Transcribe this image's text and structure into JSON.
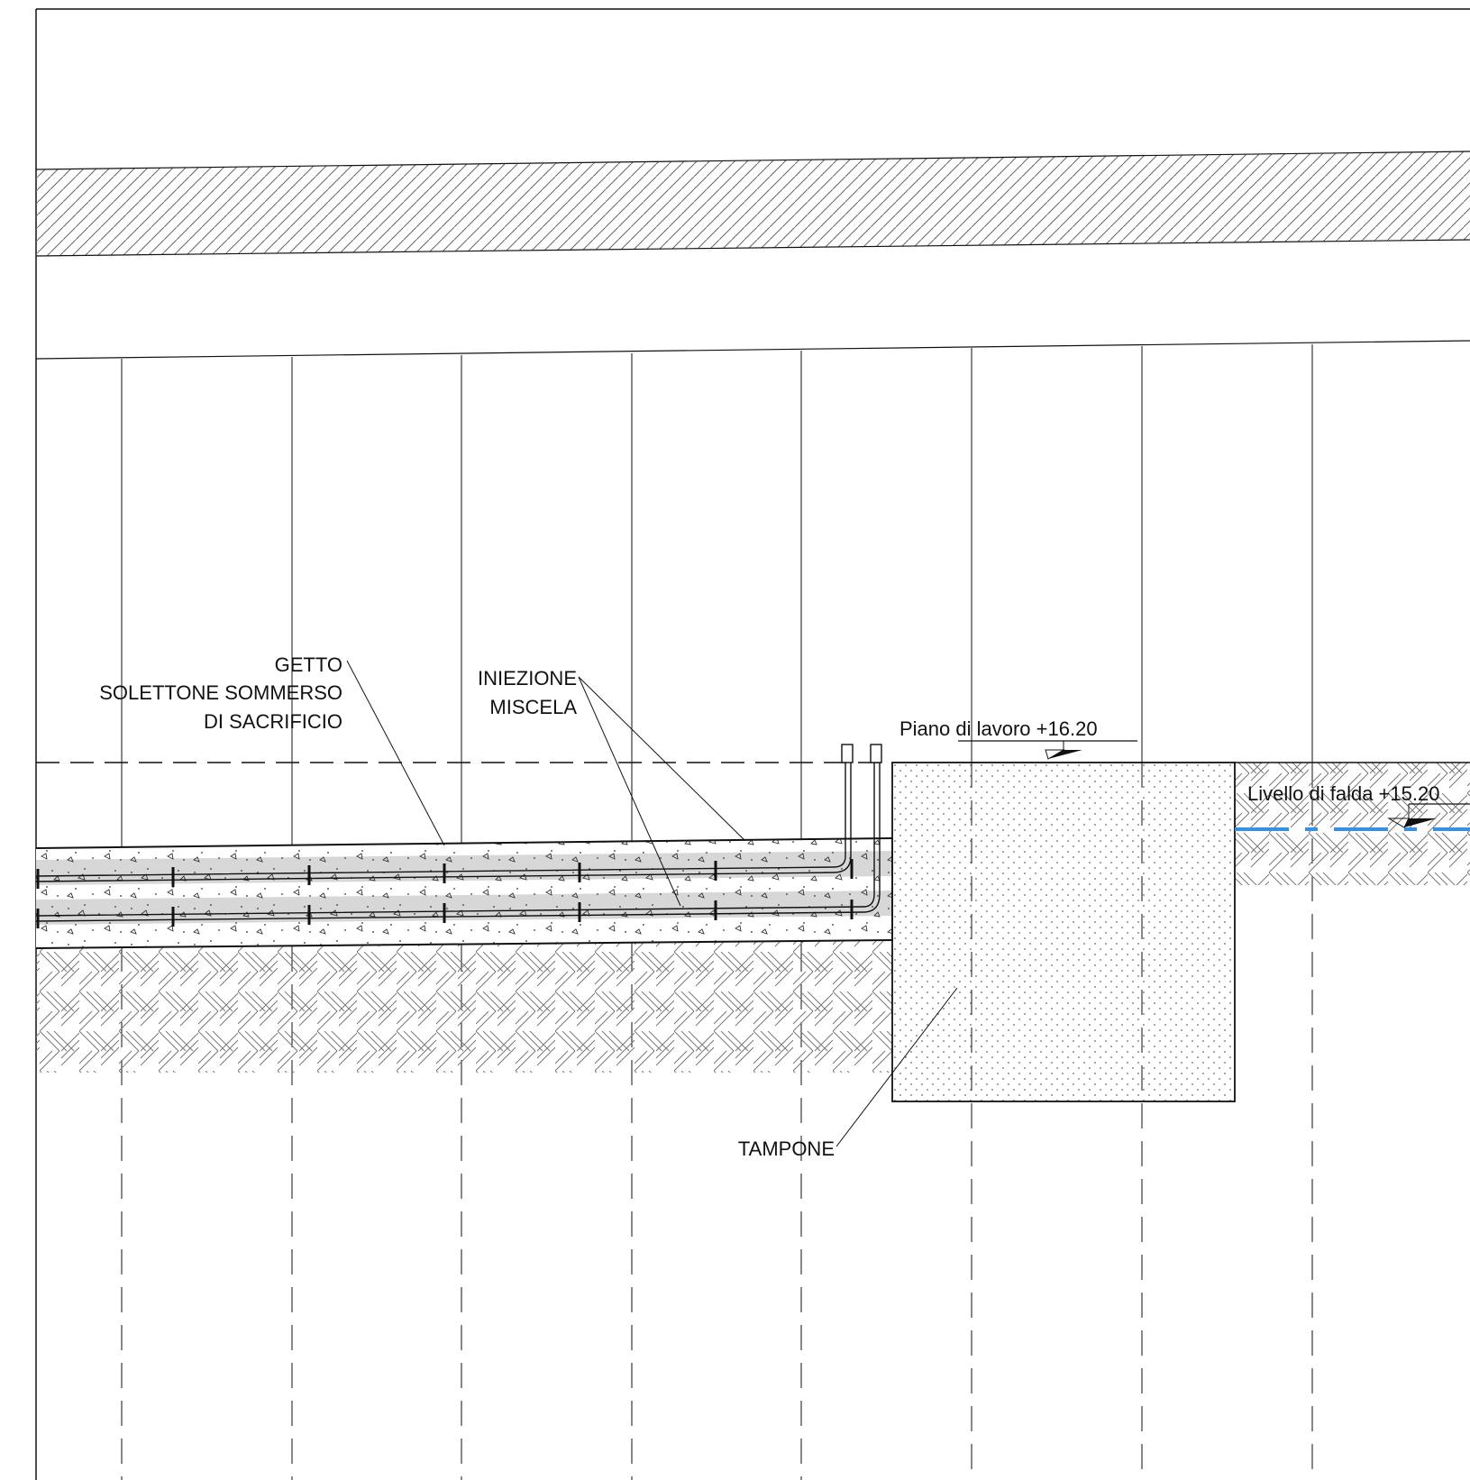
{
  "labels": {
    "getto_line1": "GETTO",
    "getto_line2": "SOLETTONE SOMMERSO",
    "getto_line3": "DI SACRIFICIO",
    "iniezione_line1": "INIEZIONE",
    "iniezione_line2": "MISCELA",
    "piano_lavoro": "Piano di lavoro +16.20",
    "livello_falda": "Livello di falda +15.20",
    "tampone": "TAMPONE"
  },
  "colors": {
    "line": "#111111",
    "hatch": "#777777",
    "slab_band": "#d7d7d7",
    "water": "#3b8fe0"
  },
  "elevations": {
    "piano_di_lavoro": 16.2,
    "livello_di_falda": 15.2
  }
}
